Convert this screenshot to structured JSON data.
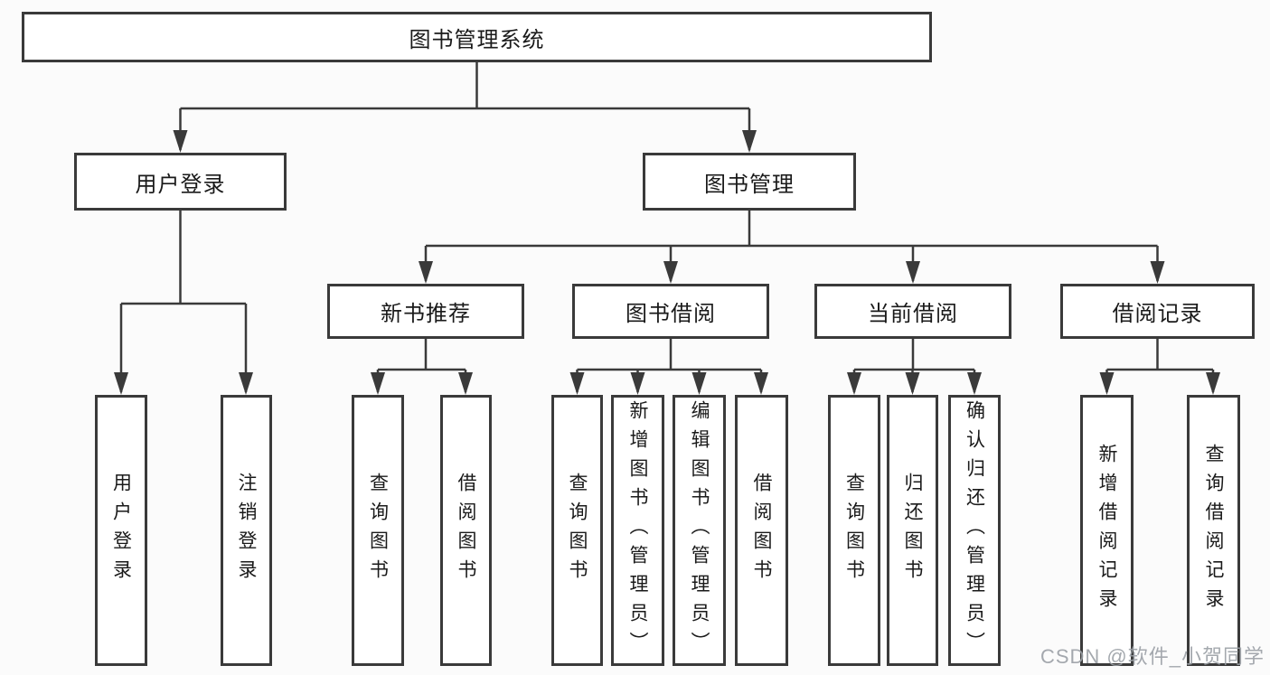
{
  "diagram": {
    "root": {
      "label": "图书管理系统"
    },
    "level2": [
      {
        "label": "用户登录"
      },
      {
        "label": "图书管理"
      }
    ],
    "level3": [
      {
        "label": "新书推荐"
      },
      {
        "label": "图书借阅"
      },
      {
        "label": "当前借阅"
      },
      {
        "label": "借阅记录"
      }
    ],
    "leaves": {
      "login": [
        {
          "label": "用户登录"
        },
        {
          "label": "注销登录"
        }
      ],
      "recommend": [
        {
          "label": "查询图书"
        },
        {
          "label": "借阅图书"
        }
      ],
      "borrow": [
        {
          "label": "查询图书"
        },
        {
          "label": "新增图书（管理员）"
        },
        {
          "label": "编辑图书（管理员）"
        },
        {
          "label": "借阅图书"
        }
      ],
      "current": [
        {
          "label": "查询图书"
        },
        {
          "label": "归还图书"
        },
        {
          "label": "确认归还（管理员）"
        }
      ],
      "records": [
        {
          "label": "新增借阅记录"
        },
        {
          "label": "查询借阅记录"
        }
      ]
    },
    "watermark": "CSDN @软件_小贺同学",
    "colors": {
      "line": "#3a3a3a",
      "box_border": "#3a3a3a",
      "box_fill": "#ffffff",
      "text": "#1a1a1a",
      "background": "#fbfbfb",
      "watermark": "#9ba0a6"
    }
  }
}
